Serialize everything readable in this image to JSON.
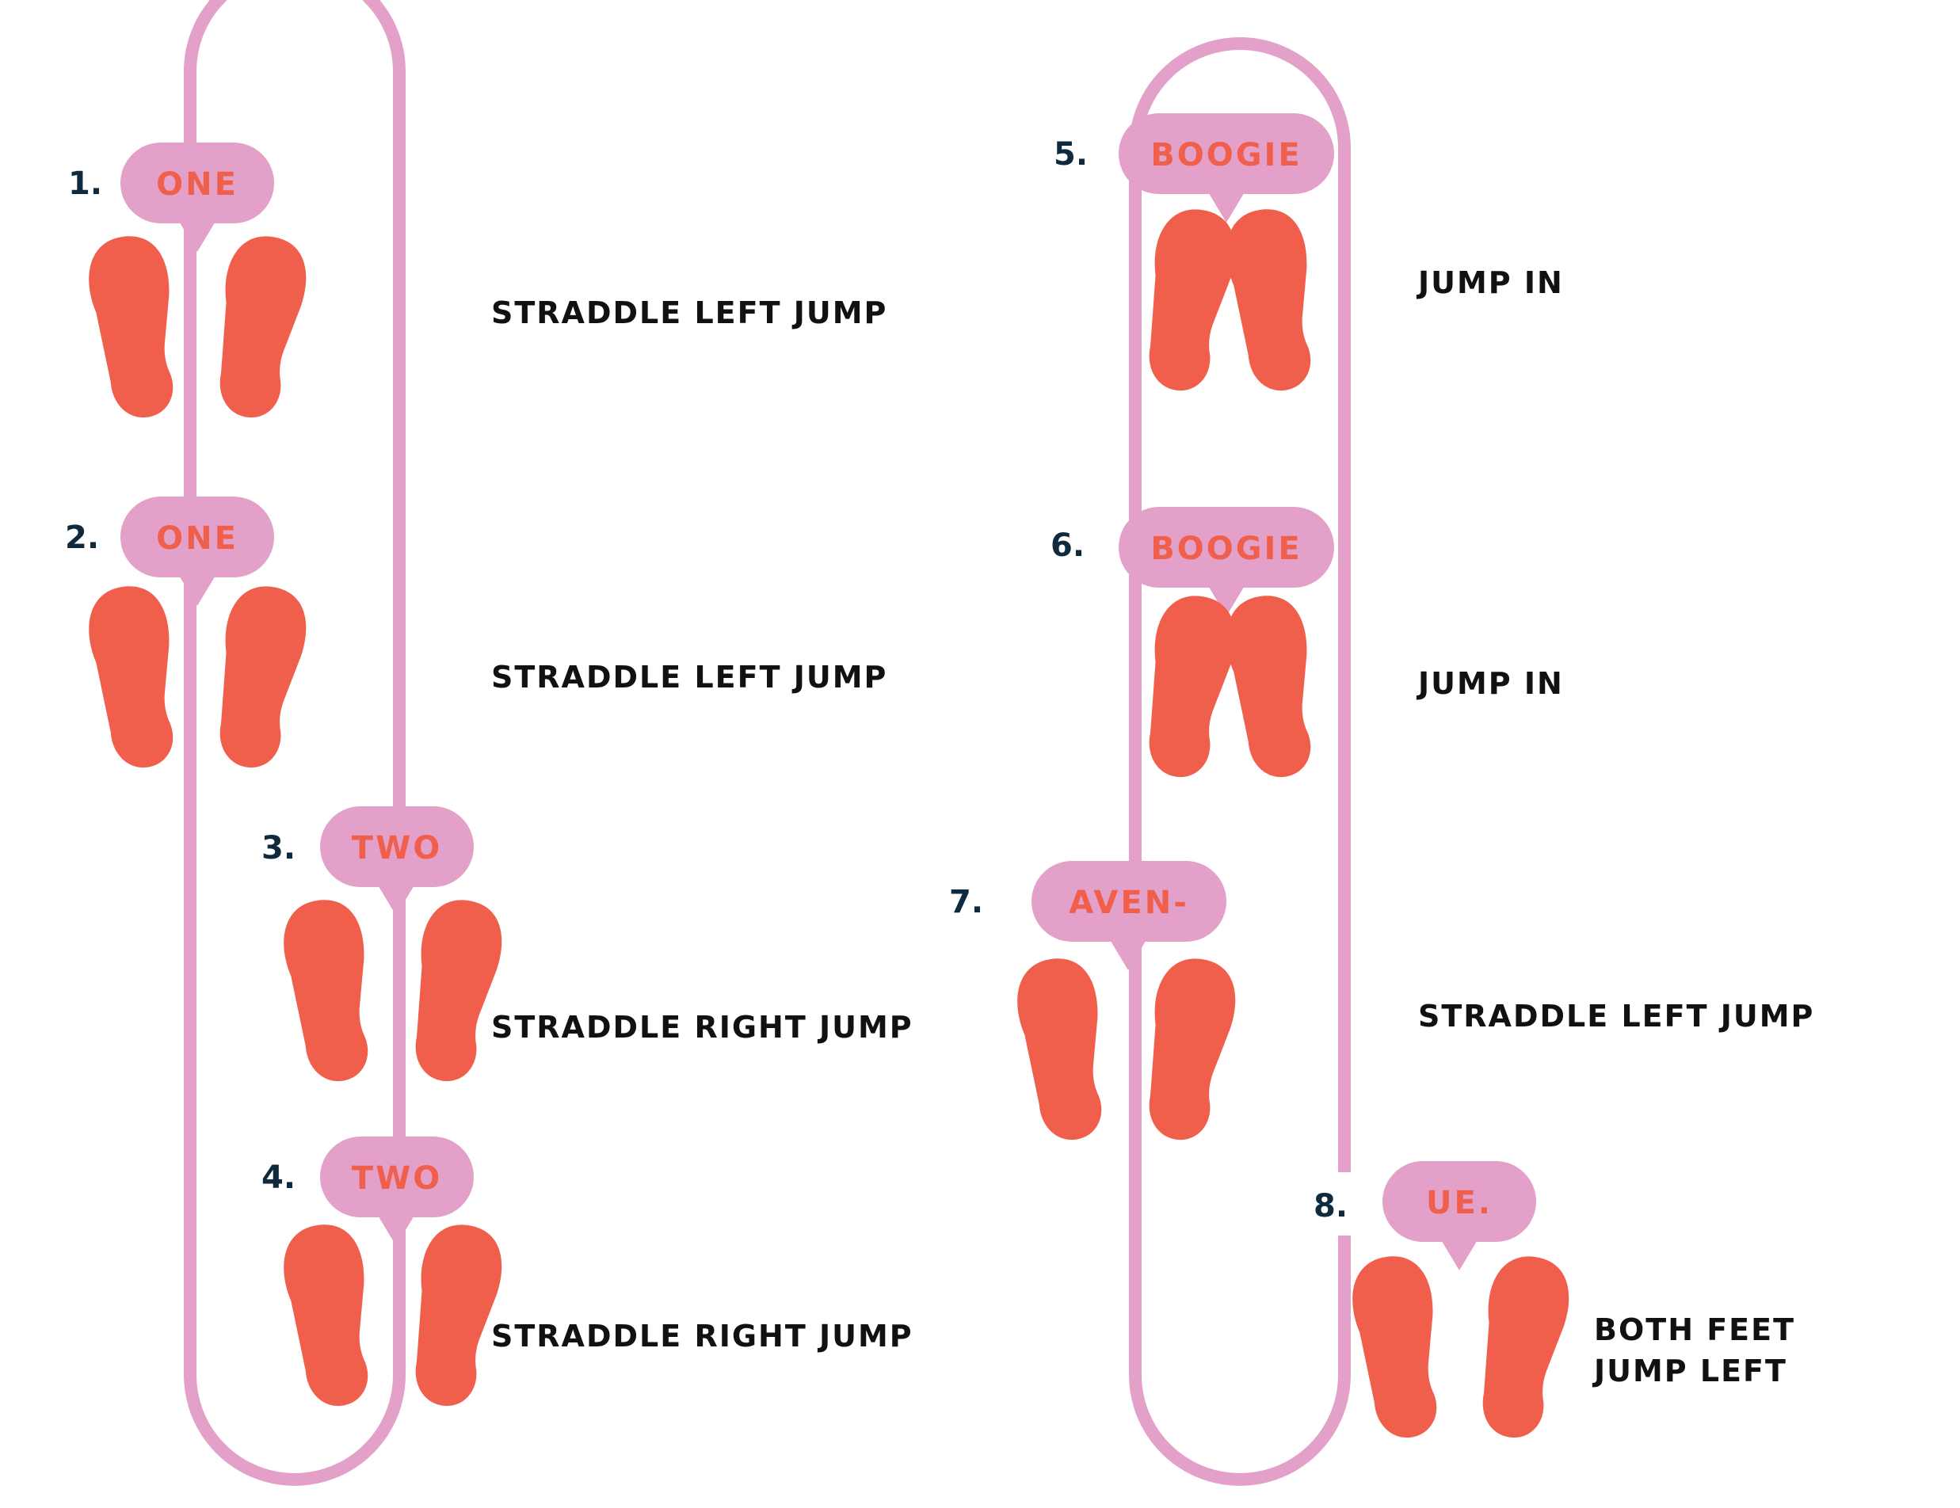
{
  "colors": {
    "loop": "#e3a1c9",
    "bubble": "#e3a1c9",
    "foot": "#f05f4c",
    "word": "#f05f4c",
    "number": "#0f2a3d",
    "instruction": "#111111",
    "background": "#ffffff"
  },
  "steps": [
    {
      "number": "1.",
      "word": "ONE",
      "instruction": [
        "STRADDLE LEFT JUMP"
      ]
    },
    {
      "number": "2.",
      "word": "ONE",
      "instruction": [
        "STRADDLE LEFT JUMP"
      ]
    },
    {
      "number": "3.",
      "word": "TWO",
      "instruction": [
        "STRADDLE RIGHT JUMP"
      ]
    },
    {
      "number": "4.",
      "word": "TWO",
      "instruction": [
        "STRADDLE RIGHT JUMP"
      ]
    },
    {
      "number": "5.",
      "word": "BOOGIE",
      "instruction": [
        "JUMP IN"
      ]
    },
    {
      "number": "6.",
      "word": "BOOGIE",
      "instruction": [
        "JUMP IN"
      ]
    },
    {
      "number": "7.",
      "word": "AVEN-",
      "instruction": [
        "STRADDLE LEFT JUMP"
      ]
    },
    {
      "number": "8.",
      "word": "UE.",
      "instruction": [
        "BOTH FEET",
        "JUMP LEFT"
      ]
    }
  ]
}
